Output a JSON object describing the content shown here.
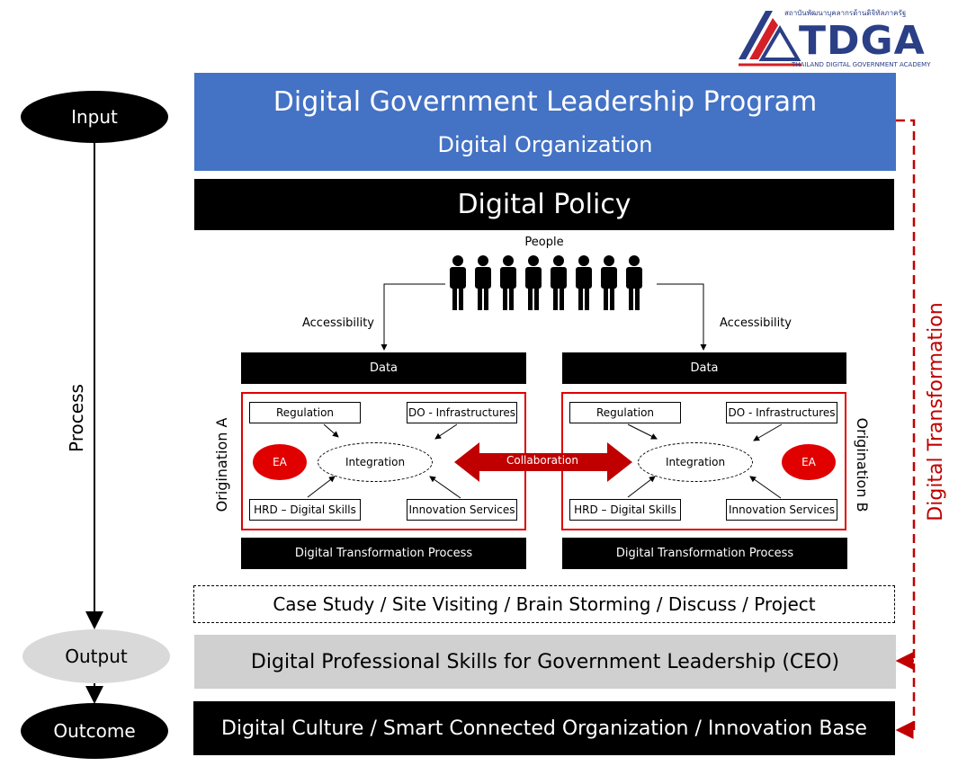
{
  "logo": {
    "name": "TDGA",
    "thai_text": "สถาบันพัฒนาบุคลากรด้านดิจิทัลภาครัฐ",
    "subtitle": "THAILAND DIGITAL GOVERNMENT ACADEMY"
  },
  "stages": {
    "input": "Input",
    "process": "Process",
    "output": "Output",
    "outcome": "Outcome"
  },
  "program": {
    "title": "Digital Government Leadership Program",
    "subtitle": "Digital Organization"
  },
  "policy": "Digital Policy",
  "people": "People",
  "accessibility": "Accessibility",
  "organization_a": {
    "label": "Origination A",
    "data": "Data",
    "regulation": "Regulation",
    "infrastructures": "DO - Infrastructures",
    "ea": "EA",
    "integration": "Integration",
    "hrd": "HRD – Digital Skills",
    "innovation": "Innovation Services",
    "process": "Digital Transformation Process"
  },
  "organization_b": {
    "label": "Origination B",
    "data": "Data",
    "regulation": "Regulation",
    "infrastructures": "DO - Infrastructures",
    "ea": "EA",
    "integration": "Integration",
    "hrd": "HRD – Digital Skills",
    "innovation": "Innovation Services",
    "process": "Digital Transformation Process"
  },
  "collaboration": "Collaboration",
  "activities": "Case Study / Site Visiting / Brain Storming / Discuss / Project",
  "output_text": "Digital Professional Skills for Government Leadership (CEO)",
  "outcome_text": "Digital Culture / Smart Connected Organization / Innovation Base",
  "side_label": "Digital Transformation",
  "colors": {
    "blue": "#4472c4",
    "red": "#e00000",
    "dark_red": "#c00000",
    "gray": "#d0d0d0",
    "navy": "#2a3f86"
  }
}
